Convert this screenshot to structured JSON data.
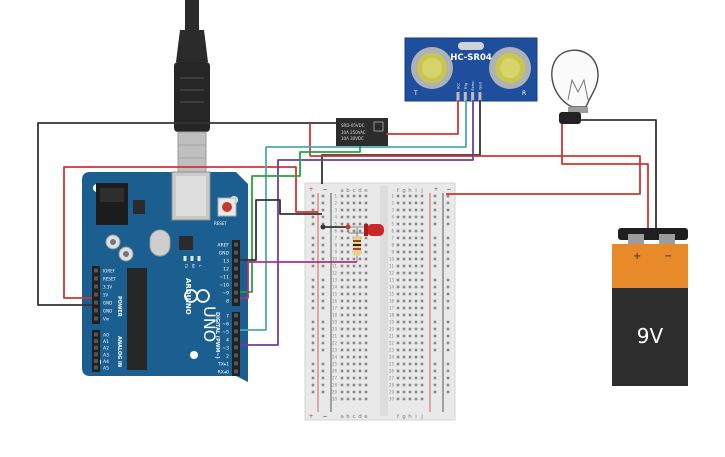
{
  "sensor": {
    "model": "HC-SR04",
    "pins": [
      "Vcc",
      "Trig",
      "Echo",
      "Gnd"
    ],
    "corner_left": "T",
    "corner_right": "R"
  },
  "relay": {
    "line1": "SRD-05VDC",
    "line2": "10A 250VAC",
    "line3": "10A 30VDC"
  },
  "arduino": {
    "brand": "ARDUINO",
    "model": "UNO",
    "power_label": "POWER",
    "analog_label": "ANALOG IN",
    "digital_label": "DIGITAL (PWM~)",
    "reset_label": "RESET",
    "power_pins": [
      "IOREF",
      "RESET",
      "3.3V",
      "5V",
      "GND",
      "GND",
      "Vin"
    ],
    "analog_pins": [
      "A0",
      "A1",
      "A2",
      "A3",
      "A4",
      "A5"
    ],
    "digital_top": [
      "AREF",
      "GND",
      "13",
      "12",
      "~11",
      "~10",
      "~9",
      "8"
    ],
    "digital_bottom": [
      "7",
      "~6",
      "~5",
      "4",
      "~3",
      "2",
      "TX▸1",
      "RX◂0"
    ],
    "leds": [
      "TX",
      "RX",
      "L"
    ]
  },
  "breadboard": {
    "columns_left": [
      "a",
      "b",
      "c",
      "d",
      "e"
    ],
    "columns_right": [
      "f",
      "g",
      "h",
      "i",
      "j"
    ],
    "rows": 30,
    "rail_plus": "+",
    "rail_minus": "−"
  },
  "battery": {
    "label": "9V",
    "plus": "+",
    "minus": "−"
  },
  "colors": {
    "board_blue": "#1a5f8f",
    "wire_red": "#d0362f",
    "wire_black": "#333333",
    "wire_green": "#27a33b",
    "wire_purple": "#6d3f9a",
    "wire_teal": "#4ba9b5",
    "wire_magenta": "#b03080",
    "battery_orange": "#e88a2a"
  }
}
